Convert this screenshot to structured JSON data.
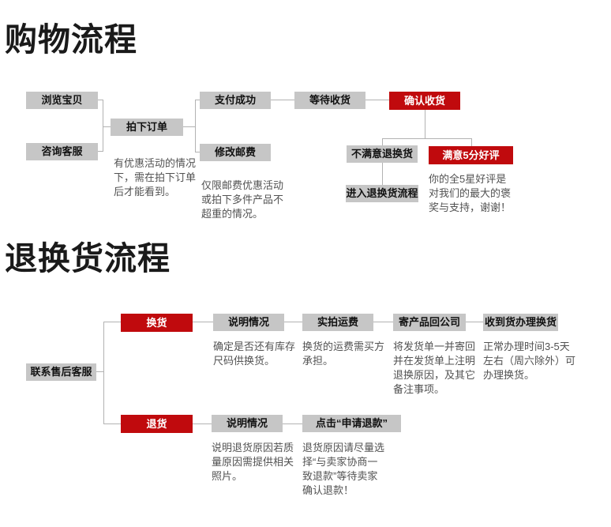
{
  "colors": {
    "red": "#c00a0d",
    "gray_box": "#c6c6c6",
    "line": "#b2b2b2",
    "title": "#1a1a1a",
    "note_text": "#525252"
  },
  "shopping": {
    "title": "购物流程",
    "nodes": {
      "browse": "浏览宝贝",
      "consult": "咨询客服",
      "order": "拍下订单",
      "pay": "支付成功",
      "postage": "修改邮费",
      "wait": "等待收货",
      "confirm": "确认收货",
      "unsatisfied": "不满意退换货",
      "praise": "满意5分好评",
      "enter_return": "进入退换货流程"
    },
    "notes": {
      "order": "有优惠活动的情况\n下，需在拍下订单\n后才能看到。",
      "postage": "仅限邮费优惠活动\n或拍下多件产品不\n超重的情况。",
      "praise": "你的全5星好评是\n对我们的最大的褒\n奖与支持，谢谢！"
    }
  },
  "returns": {
    "title": "退换货流程",
    "nodes": {
      "contact": "联系售后客服",
      "exchange": "换货",
      "exchange_explain": "说明情况",
      "freight": "实拍运费",
      "sendback": "寄产品回公司",
      "receive": "收到货办理换货",
      "refund": "退货",
      "refund_explain": "说明情况",
      "apply_refund": "点击“申请退款”"
    },
    "notes": {
      "exchange_explain": "确定是否还有库存\n尺码供换货。",
      "freight": "换货的运费需买方\n承担。",
      "sendback": "将发货单一并寄回\n并在发货单上注明\n退换原因，及其它\n备注事项。",
      "receive": "正常办理时间3-5天\n左右（周六除外）可\n办理换货。",
      "refund_explain": "说明退货原因若质\n量原因需提供相关\n照片。",
      "apply_refund": "退货原因请尽量选\n择“与卖家协商一\n致退款”等待卖家\n确认退款！"
    }
  }
}
